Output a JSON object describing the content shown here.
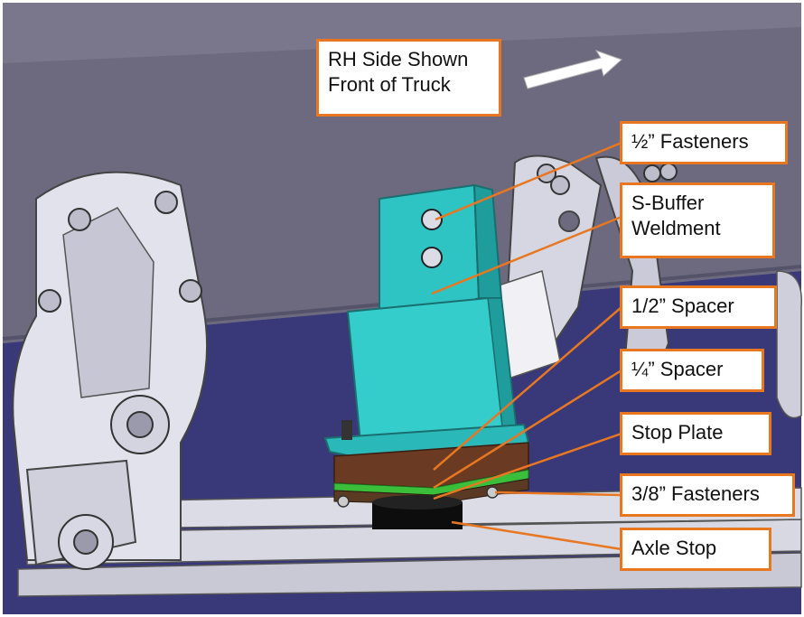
{
  "header_callout": {
    "line1": "RH Side Shown",
    "line2": "Front of Truck"
  },
  "callouts": [
    {
      "id": "half-fasteners",
      "lines": [
        "½” Fasteners"
      ]
    },
    {
      "id": "s-buffer-weldment",
      "lines": [
        "S-Buffer",
        "Weldment"
      ]
    },
    {
      "id": "half-spacer",
      "lines": [
        "1/2” Spacer"
      ]
    },
    {
      "id": "quarter-spacer",
      "lines": [
        "¼” Spacer"
      ]
    },
    {
      "id": "stop-plate",
      "lines": [
        "Stop Plate"
      ]
    },
    {
      "id": "three-eighths-fasteners",
      "lines": [
        "3/8” Fasteners"
      ]
    },
    {
      "id": "axle-stop",
      "lines": [
        "Axle Stop"
      ]
    }
  ],
  "colors": {
    "frame": "#6e6b80",
    "floor": "#3a3a7a",
    "weldment": "#2ec4c4",
    "spacer_brown": "#6b3a22",
    "spacer_green": "#3bbf3b",
    "callout_border": "#e87722",
    "leader_line": "#e87722",
    "arrow": "#ffffff"
  }
}
